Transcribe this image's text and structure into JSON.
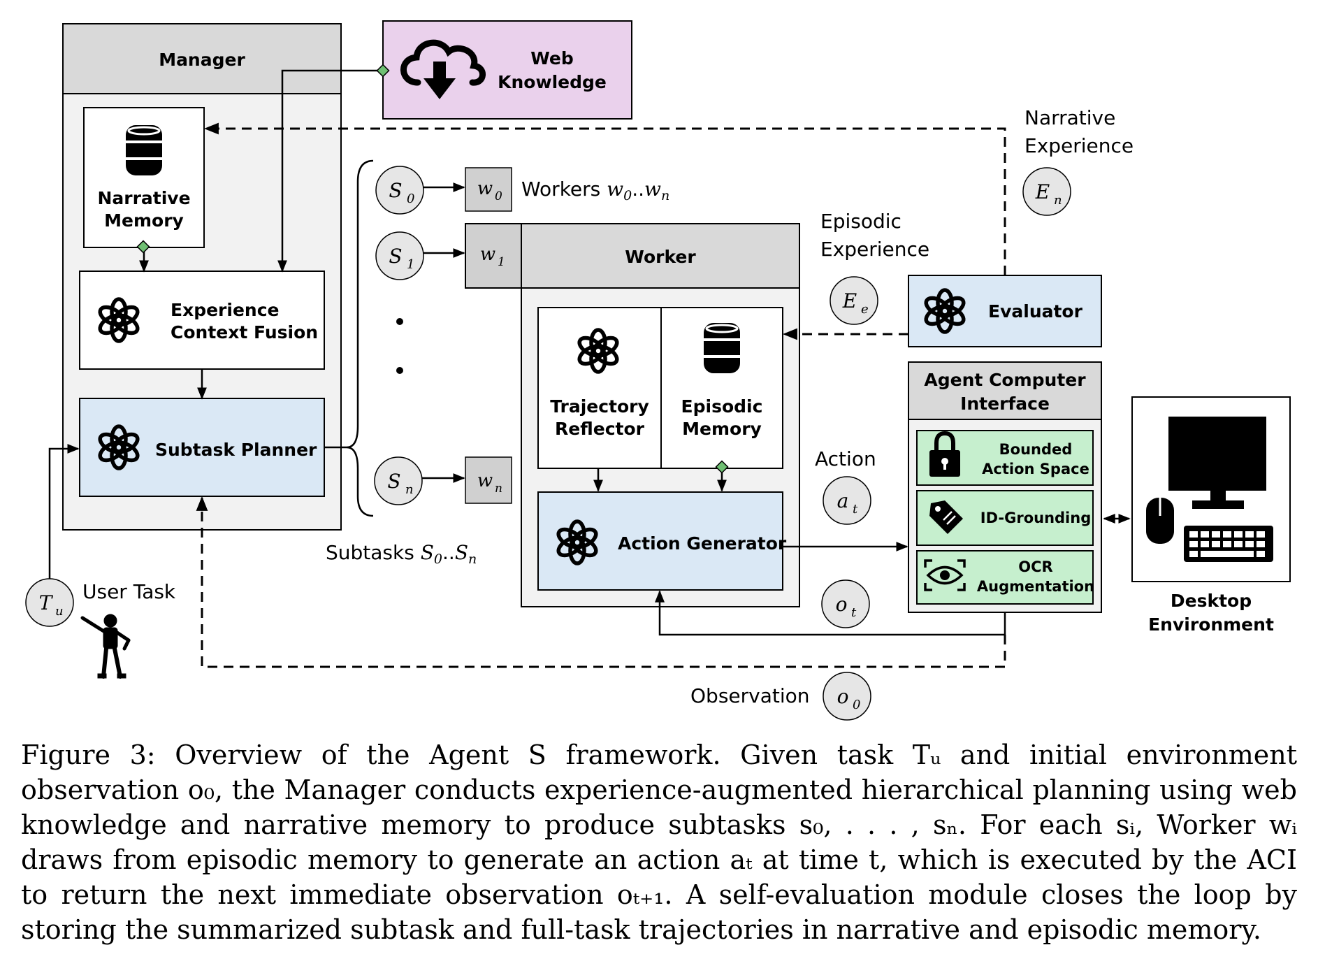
{
  "manager": {
    "title": "Manager",
    "narrative_memory": [
      "Narrative",
      "Memory"
    ],
    "experience_context_fusion": [
      "Experience",
      "Context Fusion"
    ],
    "subtask_planner": "Subtask Planner"
  },
  "web_knowledge": [
    "Web",
    "Knowledge"
  ],
  "workers": {
    "s0": "S",
    "s0_sub": "0",
    "s1": "S",
    "s1_sub": "1",
    "sn": "S",
    "sn_sub": "n",
    "w0": "w",
    "w0_sub": "0",
    "w1": "w",
    "w1_sub": "1",
    "wn": "w",
    "wn_sub": "n",
    "label_prefix": "Workers ",
    "label_math": "w",
    "label_sub0": "0",
    "label_dots": "..",
    "label_subn": "n",
    "subtasks_prefix": "Subtasks ",
    "subtasks_math": "S",
    "subtasks_sub0": "0",
    "subtasks_dots": "..",
    "subtasks_subn": "n"
  },
  "worker": {
    "title": "Worker",
    "trajectory_reflector": [
      "Trajectory",
      "Reflector"
    ],
    "episodic_memory": [
      "Episodic",
      "Memory"
    ],
    "action_generator": "Action Generator"
  },
  "evaluator": "Evaluator",
  "aci": {
    "title": [
      "Agent Computer",
      "Interface"
    ],
    "bounded": [
      "Bounded",
      "Action Space"
    ],
    "grounding": "ID-Grounding",
    "ocr": [
      "OCR",
      "Augmentation"
    ]
  },
  "desktop": [
    "Desktop",
    "Environment"
  ],
  "labels": {
    "narrative_experience": [
      "Narrative",
      "Experience"
    ],
    "en": "E",
    "en_sub": "n",
    "episodic_experience": [
      "Episodic",
      "Experience"
    ],
    "ee": "E",
    "ee_sub": "e",
    "action": "Action",
    "at": "a",
    "at_sub": "t",
    "ot": "o",
    "ot_sub": "t",
    "observation": "Observation",
    "o0": "o",
    "o0_sub": "0",
    "tu": "T",
    "tu_sub": "u",
    "user_task": "User Task"
  },
  "caption": "Figure 3: Overview of the Agent S framework. Given task Tᵤ and initial environment observation o₀, the Manager conducts experience-augmented hierarchical planning using web knowledge and narrative memory to produce subtasks s₀, . . . , sₙ. For each sᵢ, Worker wᵢ draws from episodic memory to generate an action aₜ at time t, which is executed by the ACI to return the next immediate observation oₜ₊₁. A self-evaluation module closes the loop by storing the summarized subtask and full-task trajectories in narrative and episodic memory.",
  "colors": {
    "gray_header": "#d9d9d9",
    "gray_body": "#f2f2f2",
    "blue": "#dae8f5",
    "purple": "#ead1ec",
    "green": "#c6efce",
    "dark_gray": "#d0d0d0"
  }
}
